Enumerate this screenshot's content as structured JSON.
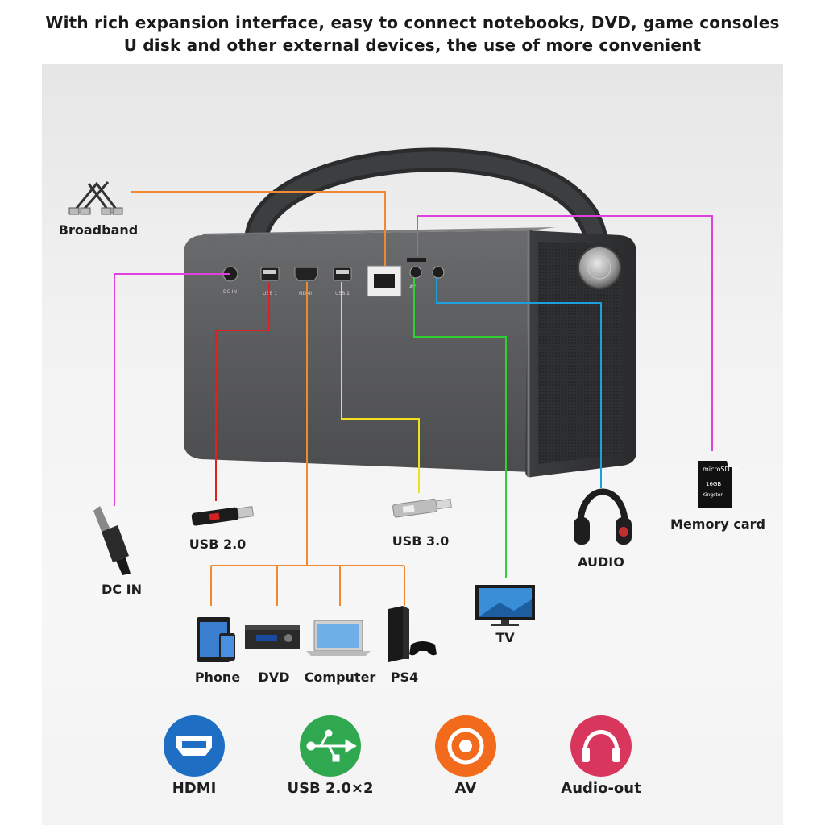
{
  "header": {
    "line1": "With rich expansion interface, easy to connect notebooks, DVD, game consoles",
    "line2": "U disk and other external devices, the use of more convenient"
  },
  "ports": {
    "dc_in": "DC IN",
    "usb1": "USB 1",
    "hdmi": "HDMI",
    "usb2": "USB 2",
    "av": "AV"
  },
  "devices": {
    "broadband": "Broadband",
    "usb20": "USB 2.0",
    "usb30": "USB 3.0",
    "dcin": "DC IN",
    "audio": "AUDIO",
    "memory_card": "Memory card",
    "tv": "TV",
    "phone": "Phone",
    "dvd": "DVD",
    "computer": "Computer",
    "ps4": "PS4"
  },
  "sd_card": {
    "brand": "microSD HC",
    "size": "16GB",
    "maker": "Kingston"
  },
  "features": [
    {
      "label": "HDMI",
      "color": "#1e6fc4",
      "icon": "hdmi-icon"
    },
    {
      "label": "USB 2.0×2",
      "color": "#2fa84f",
      "icon": "usb-icon"
    },
    {
      "label": "AV",
      "color": "#f26a1b",
      "icon": "av-icon"
    },
    {
      "label": "Audio-out",
      "color": "#d9365e",
      "icon": "headphones-icon"
    }
  ],
  "wire_colors": {
    "broadband": "#f08a30",
    "memory": "#e040e0",
    "dc": "#e040e0",
    "usb2": "#e02020",
    "usb3": "#f0e020",
    "av": "#30d030",
    "audio": "#1ea0e0",
    "hdmi": "#f08a30"
  }
}
